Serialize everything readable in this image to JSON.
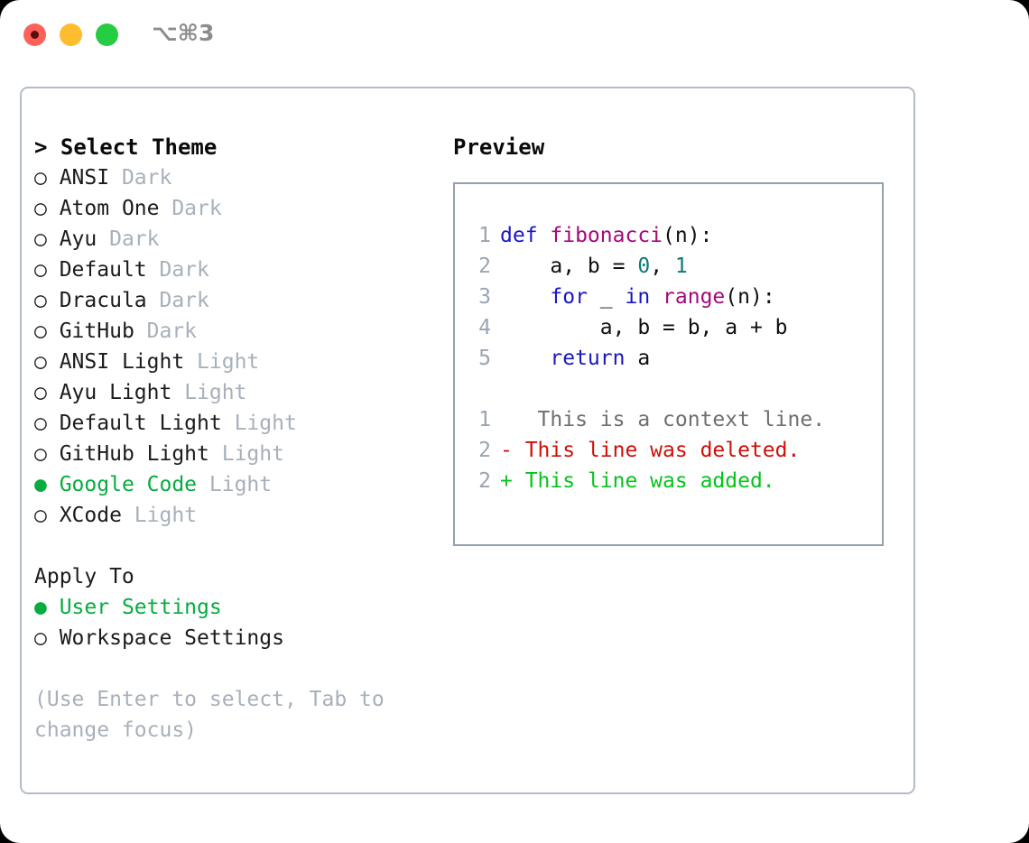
{
  "titlebar": {
    "shortcut": "⌥⌘3",
    "lights": [
      {
        "name": "close",
        "color": "#fd6158"
      },
      {
        "name": "minimize",
        "color": "#febc2e"
      },
      {
        "name": "maximize",
        "color": "#26cc41"
      }
    ]
  },
  "theme_picker": {
    "heading": "> Select Theme",
    "selected_marker": "●",
    "unselected_marker": "○",
    "options": [
      {
        "marker": "○",
        "label": "ANSI",
        "tag": "Dark",
        "selected": false
      },
      {
        "marker": "○",
        "label": "Atom One",
        "tag": "Dark",
        "selected": false
      },
      {
        "marker": "○",
        "label": "Ayu",
        "tag": "Dark",
        "selected": false
      },
      {
        "marker": "○",
        "label": "Default",
        "tag": "Dark",
        "selected": false
      },
      {
        "marker": "○",
        "label": "Dracula",
        "tag": "Dark",
        "selected": false
      },
      {
        "marker": "○",
        "label": "GitHub",
        "tag": "Dark",
        "selected": false
      },
      {
        "marker": "○",
        "label": "ANSI Light",
        "tag": "Light",
        "selected": false
      },
      {
        "marker": "○",
        "label": "Ayu Light",
        "tag": "Light",
        "selected": false
      },
      {
        "marker": "○",
        "label": "Default Light",
        "tag": "Light",
        "selected": false
      },
      {
        "marker": "○",
        "label": "GitHub Light",
        "tag": "Light",
        "selected": false
      },
      {
        "marker": "●",
        "label": "Google Code",
        "tag": "Light",
        "selected": true
      },
      {
        "marker": "○",
        "label": "XCode",
        "tag": "Light",
        "selected": false
      }
    ]
  },
  "apply_to": {
    "heading": "Apply To",
    "options": [
      {
        "marker": "●",
        "label": "User Settings",
        "selected": true
      },
      {
        "marker": "○",
        "label": "Workspace Settings",
        "selected": false
      }
    ]
  },
  "hint": "(Use Enter to select, Tab to change focus)",
  "preview": {
    "title": "Preview",
    "code_lines": [
      {
        "number": "1",
        "tokens": [
          {
            "text": "def ",
            "kind": "kw"
          },
          {
            "text": "fibonacci",
            "kind": "fn"
          },
          {
            "text": "(n):",
            "kind": "pln"
          }
        ]
      },
      {
        "number": "2",
        "tokens": [
          {
            "text": "    a, b = ",
            "kind": "pln"
          },
          {
            "text": "0",
            "kind": "num"
          },
          {
            "text": ", ",
            "kind": "pln"
          },
          {
            "text": "1",
            "kind": "num"
          }
        ]
      },
      {
        "number": "3",
        "tokens": [
          {
            "text": "    ",
            "kind": "pln"
          },
          {
            "text": "for",
            "kind": "kw"
          },
          {
            "text": " _ ",
            "kind": "pln"
          },
          {
            "text": "in",
            "kind": "kw"
          },
          {
            "text": " ",
            "kind": "pln"
          },
          {
            "text": "range",
            "kind": "fn"
          },
          {
            "text": "(n):",
            "kind": "pln"
          }
        ]
      },
      {
        "number": "4",
        "tokens": [
          {
            "text": "        a, b = b, a + b",
            "kind": "pln"
          }
        ]
      },
      {
        "number": "5",
        "tokens": [
          {
            "text": "    ",
            "kind": "pln"
          },
          {
            "text": "return",
            "kind": "kw"
          },
          {
            "text": " a",
            "kind": "pln"
          }
        ]
      }
    ],
    "diff_lines": [
      {
        "number": "1",
        "sign": " ",
        "text": "  This is a context line.",
        "kind": "ctx"
      },
      {
        "number": "2",
        "sign": "-",
        "text": " This line was deleted.",
        "kind": "del"
      },
      {
        "number": "2",
        "sign": "+",
        "text": " This line was added.",
        "kind": "add"
      }
    ]
  },
  "colors": {
    "accent_green": "#06ac3f",
    "muted": "#a7b0bb",
    "keyword": "#1a17c4",
    "function": "#a5097e",
    "number": "#0b7a73",
    "diff_deleted": "#cc1008",
    "diff_added": "#05c41c",
    "panel_border": "#b3bcc8",
    "preview_border": "#94a0b0"
  }
}
